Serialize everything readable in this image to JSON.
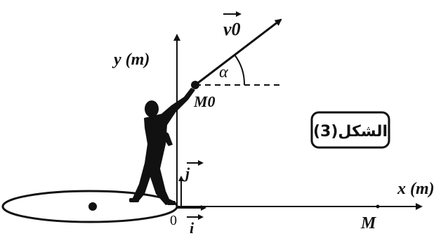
{
  "figure": {
    "caption": "الشكل(3)",
    "labels": {
      "y_axis": "y (m)",
      "x_axis": "x (m)",
      "velocity": "v0",
      "angle": "α",
      "launch_point": "M0",
      "origin": "0",
      "unit_i": "i",
      "unit_j": "j",
      "target_point": "M"
    },
    "colors": {
      "ink": "#111111",
      "background": "#ffffff"
    },
    "icons": [
      "athlete-silhouette",
      "shot-put-ball"
    ]
  }
}
